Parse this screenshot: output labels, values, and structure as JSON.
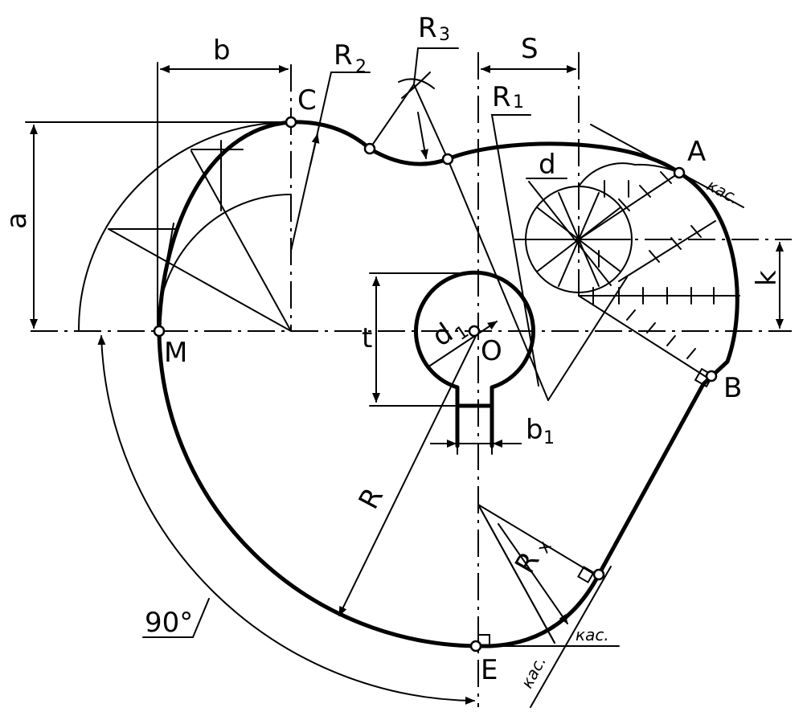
{
  "labels": {
    "b": "b",
    "R2": "R",
    "R2_sub": "2",
    "R3": "R",
    "R3_sub": "3",
    "S": "S",
    "R1": "R",
    "R1_sub": "1",
    "C": "C",
    "A": "A",
    "d": "d",
    "a": "a",
    "k": "k",
    "M": "M",
    "O": "O",
    "d1": "d",
    "d1_sub": "1",
    "t": "t",
    "B": "B",
    "b1": "b",
    "b1_sub": "1",
    "R": "R",
    "Rx": "R",
    "Rx_sub": "x",
    "angle": "90°",
    "E": "E",
    "kas": "кас."
  }
}
